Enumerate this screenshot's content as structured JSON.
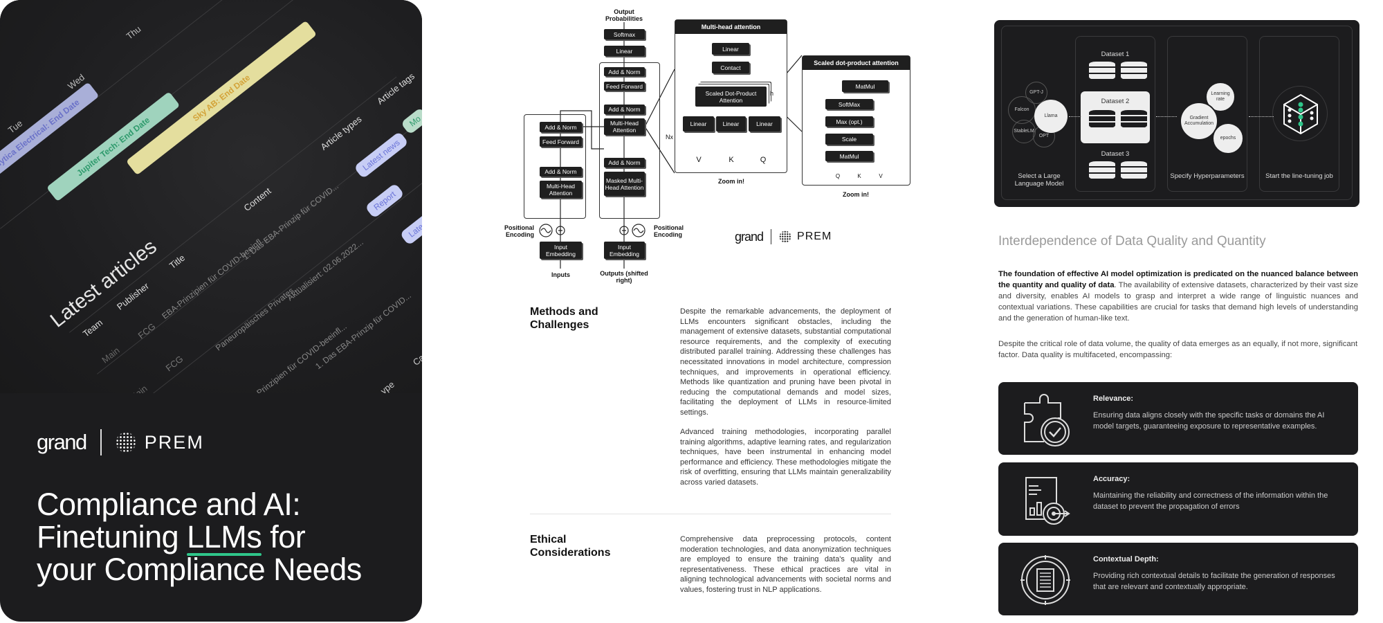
{
  "cover": {
    "calendar": {
      "days": [
        "Tue",
        "Wed",
        "Thu"
      ],
      "events": [
        "alytica Electrical: End Date",
        "Jupiter Tech: End Date",
        "Sky AB: End Date"
      ]
    },
    "table": {
      "title": "Latest articles",
      "headers": [
        "Team",
        "Publisher",
        "Title",
        "Content",
        "Article types",
        "Article tags"
      ],
      "cells": [
        "Main",
        "FCG",
        "EBA-Prinzipien für COVID-beeinfl...",
        "1. Das EBA-Prinzip für COVID...",
        "Latest news",
        "Mo",
        "Main",
        "FCG",
        "Paneuropäisches Privates...",
        "Aktualisiert: 02.06.2022...",
        "Report",
        "EBA-Prinzipien für COVID-beeinfl...",
        "1. Das EBA-Prinzip für COVID...",
        "Latest",
        "ype",
        "Ca"
      ]
    },
    "logo": {
      "left": "grand",
      "right": "PREM"
    },
    "title": {
      "line1": "Compliance and AI:",
      "line2a": "Finetuning ",
      "line2b": "LLMs",
      "line2c": " for",
      "line3": "your Compliance Needs"
    },
    "accent": "#2fc68a"
  },
  "transformer": {
    "output_label": "Output Probabilities",
    "softmax": "Softmax",
    "linear": "Linear",
    "add_norm": "Add & Norm",
    "feed_forward": "Feed Forward",
    "mha": "Multi-Head Attention",
    "masked_mha": "Masked Multi-Head Attention",
    "input_embedding": "Input Embedding",
    "pos_enc": "Positional Encoding",
    "inputs": "Inputs",
    "outputs": "Outputs (shifted right)",
    "nx": "Nx",
    "mha_panel": {
      "title": "Multi-head attention",
      "linear": "Linear",
      "concat": "Contact",
      "sdpa": "Scaled Dot-Product Attention",
      "h": "h",
      "v": "V",
      "k": "K",
      "q": "Q",
      "zoom": "Zoom in!"
    },
    "sdp_panel": {
      "title": "Scaled dot-product attention",
      "matmul": "MatMul",
      "softmax": "SoftMax",
      "max": "Max (opt.)",
      "scale": "Scale",
      "q": "Q",
      "k": "K",
      "v": "V",
      "zoom": "Zoom in!"
    },
    "logo": {
      "left": "grand",
      "right": "PREM"
    }
  },
  "sections": [
    {
      "heading": "Methods and Challenges",
      "paragraphs": [
        "Despite the remarkable advancements, the deployment of LLMs encounters significant obstacles, including the management of extensive datasets, substantial computational resource requirements, and the complexity of executing distributed parallel training. Addressing these challenges has necessitated innovations in model architecture, compression techniques, and improvements in operational efficiency. Methods like quantization and pruning have been pivotal in reducing the computational demands and model sizes, facilitating the deployment of LLMs in resource-limited settings.",
        "Advanced training methodologies, incorporating parallel training algorithms, adaptive learning rates, and regularization techniques, have been instrumental in enhancing model performance and efficiency. These methodologies mitigate the risk of overfitting, ensuring that LLMs maintain generalizability across varied datasets."
      ]
    },
    {
      "heading": "Ethical Considerations",
      "paragraphs": [
        "Comprehensive data preprocessing protocols, content moderation technologies, and data anonymization techniques are employed to ensure the training data's quality and representativeness. These ethical practices are vital in aligning technological advancements with societal norms and values, fostering trust in NLP applications."
      ]
    }
  ],
  "pipeline": {
    "models": [
      "GPT-J",
      "Falcon",
      "Llama",
      "StableLM",
      "OPT"
    ],
    "step1": "Select a Large Language Model",
    "datasets": [
      "Dataset 1",
      "Dataset 2",
      "Dataset 3"
    ],
    "hyper": [
      "Learning rate",
      "Gradient Accumulation",
      "epochs"
    ],
    "step3": "Specify Hyperparameters",
    "step4": "Start the line-tuning job",
    "node_color": "#2fc68a"
  },
  "article": {
    "heading": "Interdependence of Data Quality and Quantity",
    "p1_bold": "The foundation of effective AI model optimization is predicated on the nuanced balance between the quantity and quality of data",
    "p1_rest": ". The availability of extensive datasets, characterized by their vast size and diversity, enables AI models to grasp and interpret a wide range of linguistic nuances and contextual variations. These capabilities are crucial for tasks that demand high levels of understanding and the generation of human-like text.",
    "p2": "Despite the critical role of data volume, the quality of data emerges as an equally, if not more, significant factor. Data quality is multifaceted, encompassing:",
    "cards": [
      {
        "icon": "puzzle-check-icon",
        "title": "Relevance:",
        "body": "Ensuring data aligns closely with the specific tasks or domains the AI model targets, guaranteeing exposure to representative examples."
      },
      {
        "icon": "report-target-icon",
        "title": "Accuracy:",
        "body": " Maintaining the reliability and correctness of the information within the dataset to prevent the propagation of errors"
      },
      {
        "icon": "document-target-icon",
        "title": "Contextual Depth:",
        "body": "Providing rich contextual details to facilitate the generation of responses that are relevant and contextually appropriate."
      }
    ]
  }
}
